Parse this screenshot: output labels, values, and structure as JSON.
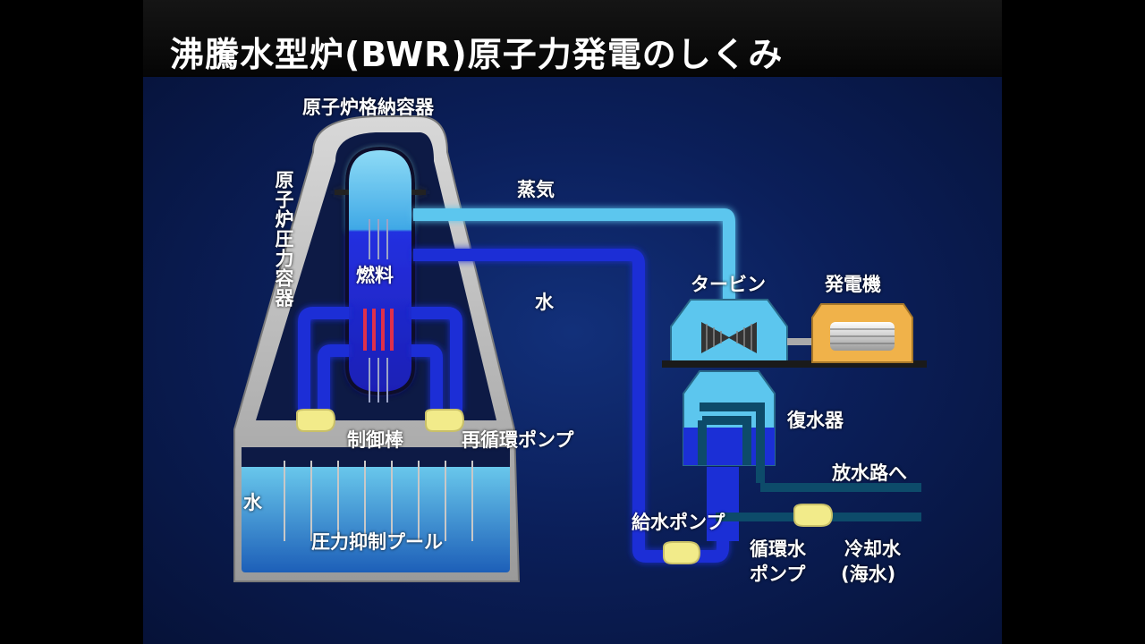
{
  "title": "沸騰水型炉(BWR)原子力発電のしくみ",
  "labels": {
    "containment": "原子炉格納容器",
    "pressure_vessel": "原子炉圧力容器",
    "fuel": "燃料",
    "control_rods": "制御棒",
    "recirc_pump": "再循環ポンプ",
    "steam": "蒸気",
    "water": "水",
    "pool_water": "水",
    "suppression_pool": "圧力抑制プール",
    "turbine": "タービン",
    "generator": "発電機",
    "condenser": "復水器",
    "to_discharge": "放水路へ",
    "feed_pump": "給水ポンプ",
    "circ_pump_line1": "循環水",
    "circ_pump_line2": "ポンプ",
    "cooling_line1": "冷却水",
    "cooling_line2": "(海水)"
  },
  "colors": {
    "steam_pipe": "#5cc6ee",
    "water_pipe": "#1b2fd6",
    "containment": "#b8b8b8",
    "pump": "#f2eb8a",
    "generator": "#f0b24a",
    "fuel_rod": "#e0304a"
  }
}
